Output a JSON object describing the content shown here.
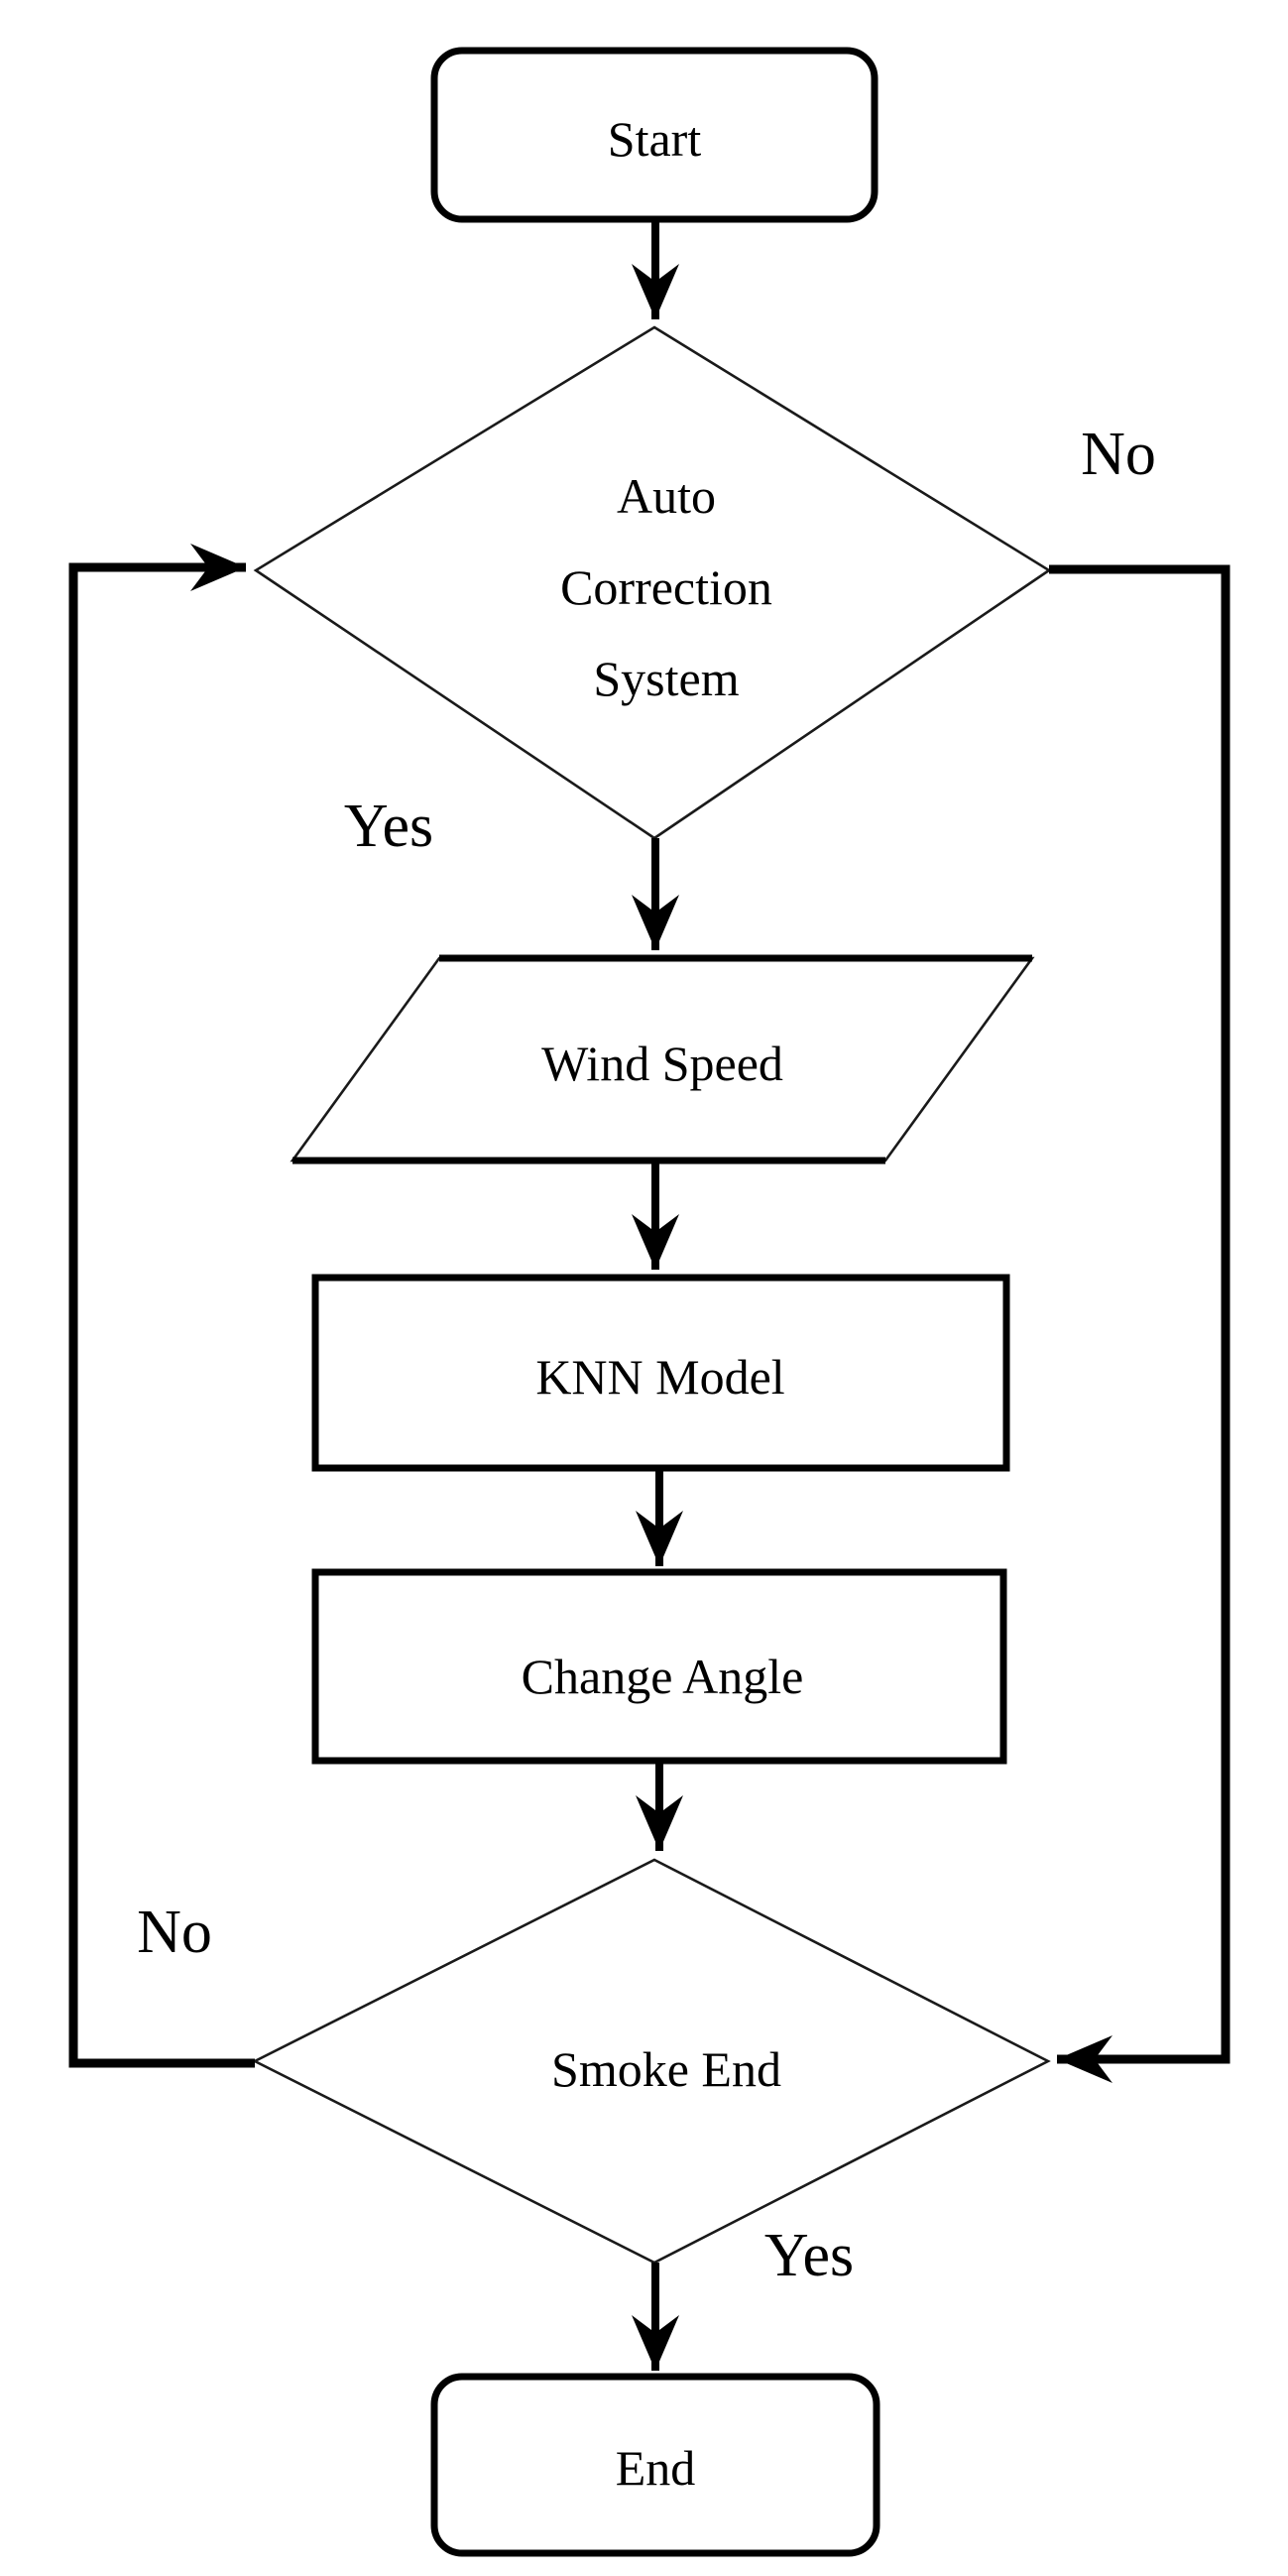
{
  "flowchart": {
    "colors": {
      "background": "#ffffff",
      "stroke": "#000000"
    },
    "nodes": {
      "start": {
        "label": "Start"
      },
      "auto_correction": {
        "lines": [
          "Auto",
          "Correction",
          "System"
        ]
      },
      "wind_speed": {
        "label": "Wind Speed"
      },
      "knn_model": {
        "label": "KNN Model"
      },
      "change_angle": {
        "label": "Change Angle"
      },
      "smoke_end": {
        "label": "Smoke End"
      },
      "end": {
        "label": "End"
      }
    },
    "edge_labels": {
      "auto_correction_no": "No",
      "auto_correction_yes": "Yes",
      "smoke_end_no": "No",
      "smoke_end_yes": "Yes"
    }
  }
}
